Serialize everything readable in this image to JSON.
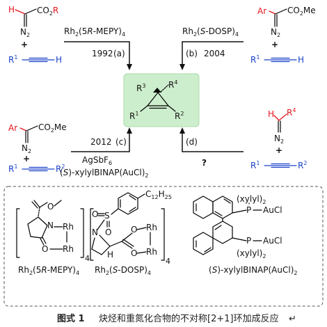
{
  "colors": {
    "diazo_substituent": "#e4141c",
    "alkyne": "#1840c8",
    "product_box": "#cdeecd"
  },
  "reaction_a": {
    "diazo": {
      "h": "H",
      "ester": "CO",
      "ester_sub": "2",
      "ester_r": "R",
      "n2": "N",
      "n2_sub": "2"
    },
    "plus": "+",
    "alkyne": {
      "r1": "R",
      "r1_sup": "1",
      "h": "H"
    },
    "catalyst": {
      "pre": "Rh",
      "pre_sub": "2",
      "mid": "(5",
      "italic": "R",
      "post": "-MEPY)",
      "post_sub": "4"
    },
    "year": "1992",
    "label": "(a)"
  },
  "reaction_b": {
    "diazo": {
      "ar": "Ar",
      "ester": "CO",
      "ester_sub": "2",
      "ester_me": "Me",
      "n2": "N",
      "n2_sub": "2"
    },
    "plus": "+",
    "alkyne": {
      "r1": "R",
      "r1_sup": "1",
      "h": "H"
    },
    "catalyst": {
      "pre": "Rh",
      "pre_sub": "2",
      "mid": "(",
      "italic": "S",
      "post": "-DOSP)",
      "post_sub": "4"
    },
    "year": "2004",
    "label": "(b)"
  },
  "reaction_c": {
    "diazo": {
      "ar": "Ar",
      "ester": "CO",
      "ester_sub": "2",
      "ester_me": "Me",
      "n2": "N",
      "n2_sub": "2"
    },
    "plus": "+",
    "alkyne": {
      "r1": "R",
      "r1_sup": "1",
      "r2": "R",
      "r2_sup": "2"
    },
    "catalyst1": {
      "text": "AgSbF",
      "sub": "6"
    },
    "catalyst2": {
      "pre": "(",
      "italic": "S",
      "post": ")-xylylBINAP(AuCl)",
      "post_sub": "2"
    },
    "year": "2012",
    "label": "(c)"
  },
  "reaction_d": {
    "diazo": {
      "h": "H",
      "r4": "R",
      "r4_sup": "4",
      "n2": "N",
      "n2_sub": "2"
    },
    "plus": "+",
    "alkyne": {
      "r1": "R",
      "r1_sup": "1",
      "r2": "R",
      "r2_sup": "2"
    },
    "question": "?",
    "label": "(d)"
  },
  "product": {
    "r1": "R",
    "r1_sup": "1",
    "r2": "R",
    "r2_sup": "2",
    "r3": "R",
    "r3_sup": "3",
    "r4": "R",
    "r4_sup": "4"
  },
  "catalysts": {
    "mepy": {
      "ester_o": "O",
      "n": "N",
      "o": "O",
      "rh_top": "Rh",
      "rh_bottom": "Rh",
      "count": "4",
      "name": {
        "pre": "Rh",
        "pre_sub": "2",
        "mid": "(5",
        "italic": "R",
        "post": "-MEPY)",
        "post_sub": "4"
      }
    },
    "dosp": {
      "c12": "C",
      "c12_sub": "12",
      "c12_h": "H",
      "c12_hsub": "25",
      "o_left": "O",
      "s": "S",
      "o_right": "O",
      "n": "N",
      "h": "H",
      "o_top": "O",
      "o_bottom": "O",
      "rh_top": "Rh",
      "rh_bottom": "Rh",
      "count": "4",
      "name": {
        "pre": "Rh",
        "pre_sub": "2",
        "mid": "(",
        "italic": "S",
        "post": "-DOSP)",
        "post_sub": "4"
      }
    },
    "binap": {
      "xylyl_top": "(xylyl)",
      "xylyl_top_sub": "2",
      "p_top": "P",
      "aucl_top": "AuCl",
      "p_bottom": "P",
      "aucl_bottom": "AuCl",
      "xylyl_bottom": "(xylyl)",
      "xylyl_bottom_sub": "2",
      "name": {
        "pre": "(",
        "italic": "S",
        "post": ")-xylylBINAP(AuCl)",
        "post_sub": "2"
      }
    }
  },
  "caption": {
    "label": "图式 1",
    "text": "炔烃和重氮化合物的不对称[2+1]环加成反应",
    "mark": "↵"
  }
}
